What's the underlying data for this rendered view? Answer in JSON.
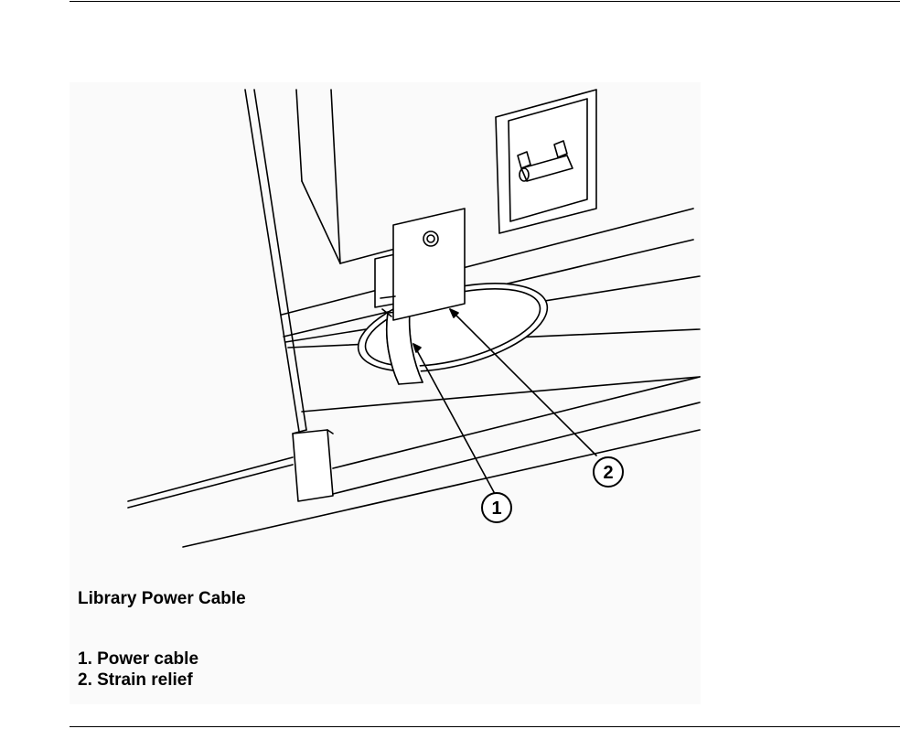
{
  "figure": {
    "title": "Library Power Cable",
    "legend": [
      "1. Power cable",
      "2. Strain relief"
    ],
    "callouts": [
      "1",
      "2"
    ]
  }
}
